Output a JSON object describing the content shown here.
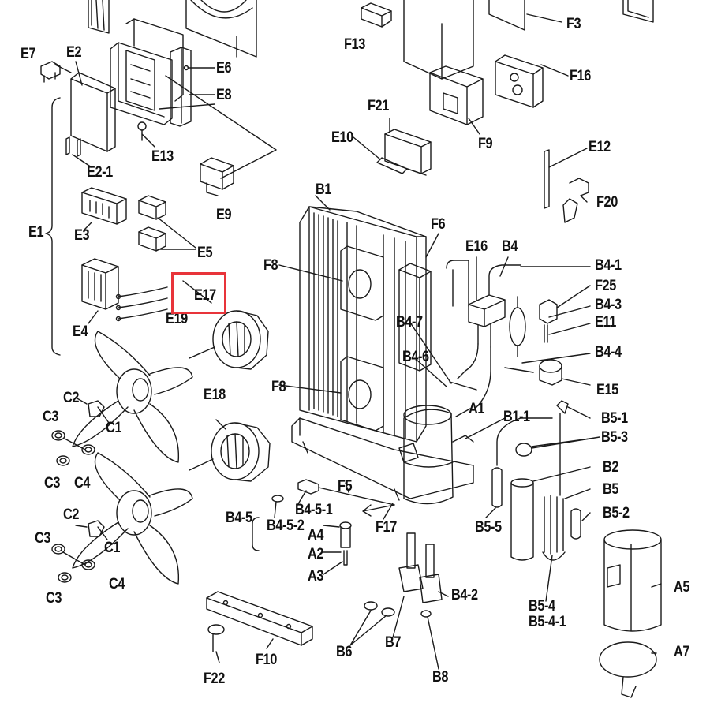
{
  "highlight_color": "#e8343a",
  "line_color": "#1a1a1a",
  "highlighted_label": "E17",
  "labels": [
    "E7",
    "E2",
    "E6",
    "E8",
    "F13",
    "F3",
    "F16",
    "F9",
    "F21",
    "E10",
    "E12",
    "F20",
    "E13",
    "E2-1",
    "E9",
    "E1",
    "E3",
    "E5",
    "B1",
    "F6",
    "E16",
    "B4",
    "B4-1",
    "F25",
    "B4-3",
    "E11",
    "F8",
    "E17",
    "E19",
    "E4",
    "B4-7",
    "B4-6",
    "B4-4",
    "E15",
    "F8",
    "A1",
    "B1-1",
    "B5-1",
    "B5-3",
    "C2",
    "C1",
    "C3",
    "E18",
    "C3",
    "C4",
    "B2",
    "B5",
    "F5",
    "B5-5",
    "B5-2",
    "B4-5",
    "B4-5-1",
    "B4-5-2",
    "F17",
    "C2",
    "C3",
    "C1",
    "A4",
    "A2",
    "A3",
    "C3",
    "C4",
    "B4-2",
    "A5",
    "B5-4",
    "B5-4-1",
    "B6",
    "B7",
    "A7",
    "F22",
    "F10",
    "B8"
  ]
}
